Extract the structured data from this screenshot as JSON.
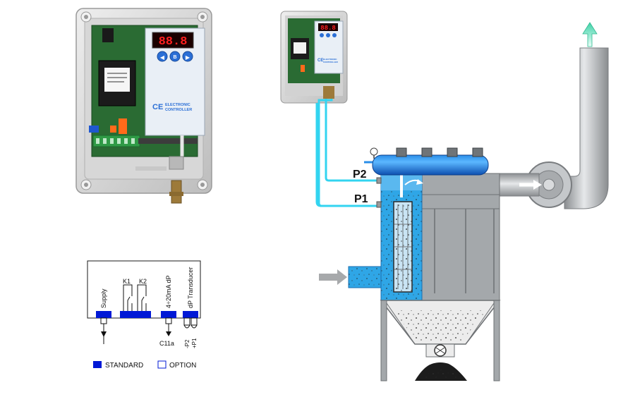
{
  "controller_photo": {
    "display_text": "88.8",
    "button_left": "◀",
    "button_center": "B",
    "button_right": "▶",
    "ce_mark": "CE",
    "label_line1": "ELECTRONIC",
    "label_line2": "CONTROLLER"
  },
  "controller_small": {
    "display_text": "88.8",
    "ce_mark": "CE",
    "label_line1": "ELECTRONIC",
    "label_line2": "CONTROLLER"
  },
  "filter_system": {
    "p2_label": "P2",
    "p1_label": "P1"
  },
  "wiring": {
    "supply": "Supply",
    "k1": "K1",
    "k2": "K2",
    "analog_out": "4÷20mA dP",
    "transducer": "dP Transducer",
    "c11a": "C11a",
    "minus_p2": "-P2",
    "plus_p1": "+P1"
  },
  "legend": {
    "standard": "STANDARD",
    "option": "OPTION"
  },
  "colors": {
    "brand_blue": "#0018d6",
    "tube_cyan": "#33d4f0",
    "housing_blue": "#2fa6e6",
    "pcb_green": "#2a6b33",
    "display_red": "#ff2020",
    "steel_grey": "#9ea3a6"
  }
}
